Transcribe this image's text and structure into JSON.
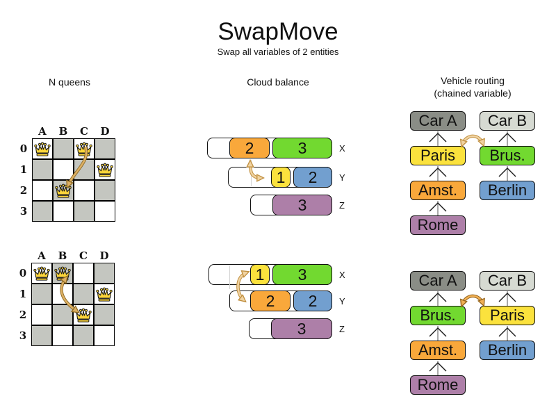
{
  "title": "SwapMove",
  "subtitle": "Swap all variables of 2 entities",
  "nqueens": {
    "heading": "N queens",
    "col_labels": [
      "A",
      "B",
      "C",
      "D"
    ],
    "row_labels": [
      "0",
      "1",
      "2",
      "3"
    ],
    "before": {
      "queens": [
        "A0",
        "C0",
        "D1",
        "B2"
      ],
      "swap": [
        "C0",
        "B2"
      ]
    },
    "after": {
      "queens": [
        "A0",
        "B0",
        "D1",
        "C2"
      ],
      "swap": [
        "B0",
        "C2"
      ]
    }
  },
  "cloud": {
    "heading": "Cloud balance",
    "before": {
      "rows": [
        {
          "label": "X",
          "blocks": [
            {
              "value": "2",
              "color": "orange"
            },
            {
              "value": "3",
              "color": "green"
            }
          ]
        },
        {
          "label": "Y",
          "blocks": [
            {
              "value": "1",
              "color": "yellow"
            },
            {
              "value": "2",
              "color": "blue"
            }
          ]
        },
        {
          "label": "Z",
          "blocks": [
            {
              "value": "3",
              "color": "purple"
            }
          ]
        }
      ],
      "swap": [
        "X:2",
        "Y:1"
      ]
    },
    "after": {
      "rows": [
        {
          "label": "X",
          "blocks": [
            {
              "value": "1",
              "color": "yellow"
            },
            {
              "value": "3",
              "color": "green"
            }
          ]
        },
        {
          "label": "Y",
          "blocks": [
            {
              "value": "2",
              "color": "orange"
            },
            {
              "value": "2",
              "color": "blue"
            }
          ]
        },
        {
          "label": "Z",
          "blocks": [
            {
              "value": "3",
              "color": "purple"
            }
          ]
        }
      ],
      "swap": [
        "X:1",
        "Y:2"
      ]
    }
  },
  "vehicle": {
    "heading": "Vehicle routing",
    "subheading": "(chained variable)",
    "before": {
      "chains": [
        [
          "Car A",
          "Paris",
          "Amst.",
          "Rome"
        ],
        [
          "Car B",
          "Brus.",
          "Berlin"
        ]
      ],
      "swap": [
        "Paris",
        "Brus."
      ]
    },
    "after": {
      "chains": [
        [
          "Car A",
          "Brus.",
          "Amst.",
          "Rome"
        ],
        [
          "Car B",
          "Paris",
          "Berlin"
        ]
      ],
      "swap": [
        "Brus.",
        "Paris"
      ]
    }
  },
  "colors": {
    "yellow": "#fbe23d",
    "orange": "#f9a83b",
    "green": "#72d930",
    "blue": "#729fcf",
    "purple": "#ad7fa8",
    "car_a_gray": "#8a8d86",
    "car_b_gray": "#d6dad2",
    "board_gray": "#c4c6c0",
    "arrow_tan_fill": "#f0d3a2",
    "arrow_tan_outline": "#c08f3f",
    "arrow_orange_fill": "#f0b055",
    "arrow_orange_outline": "#93621a",
    "arrow_queen_fill": "#dcaf63",
    "arrow_queen_outline": "#8d6a24"
  }
}
